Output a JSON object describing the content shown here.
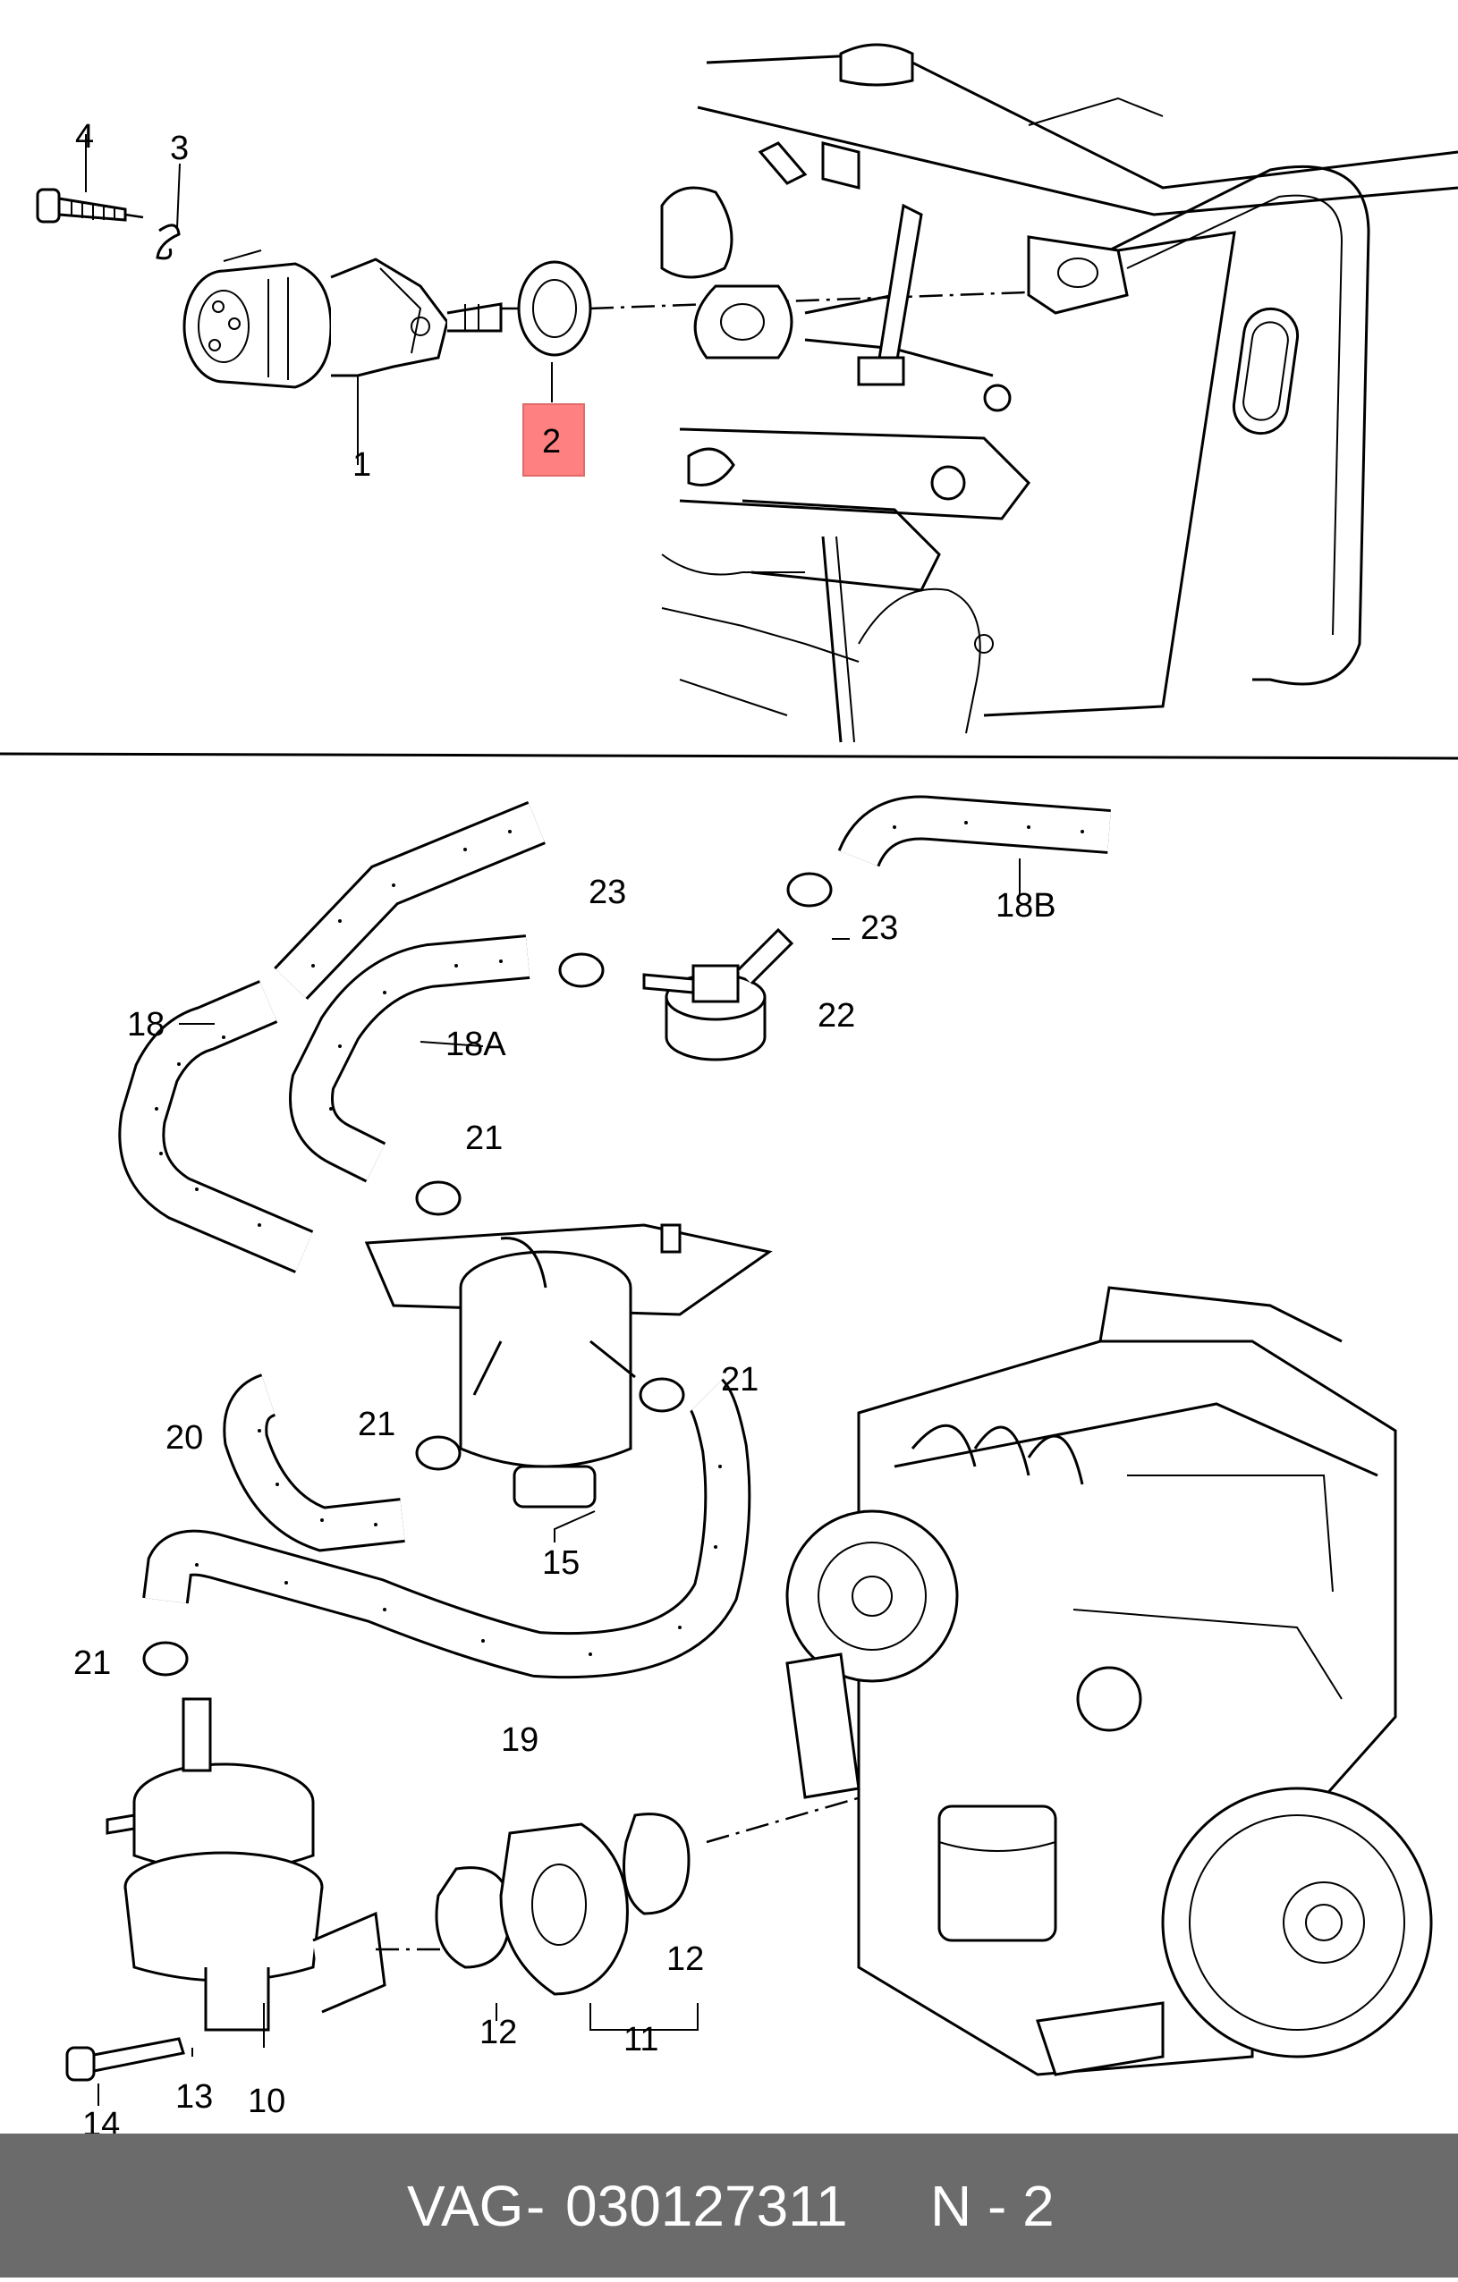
{
  "diagram": {
    "callouts": {
      "c1": "1",
      "c2": "2",
      "c3": "3",
      "c4": "4",
      "c10": "10",
      "c11": "11",
      "c12a": "12",
      "c12b": "12",
      "c13": "13",
      "c14": "14",
      "c15": "15",
      "c18": "18",
      "c18a": "18A",
      "c18b": "18B",
      "c19": "19",
      "c20": "20",
      "c21a": "21",
      "c21b": "21",
      "c21c": "21",
      "c21d": "21",
      "c22": "22",
      "c23a": "23",
      "c23b": "23"
    },
    "highlighted_callout": "2",
    "highlight_color": "#ff8080"
  },
  "footer": {
    "brand": "VAG",
    "separator": "-",
    "part_number": "030127311",
    "position": "N - 2",
    "background_color": "#6b6b6b"
  }
}
